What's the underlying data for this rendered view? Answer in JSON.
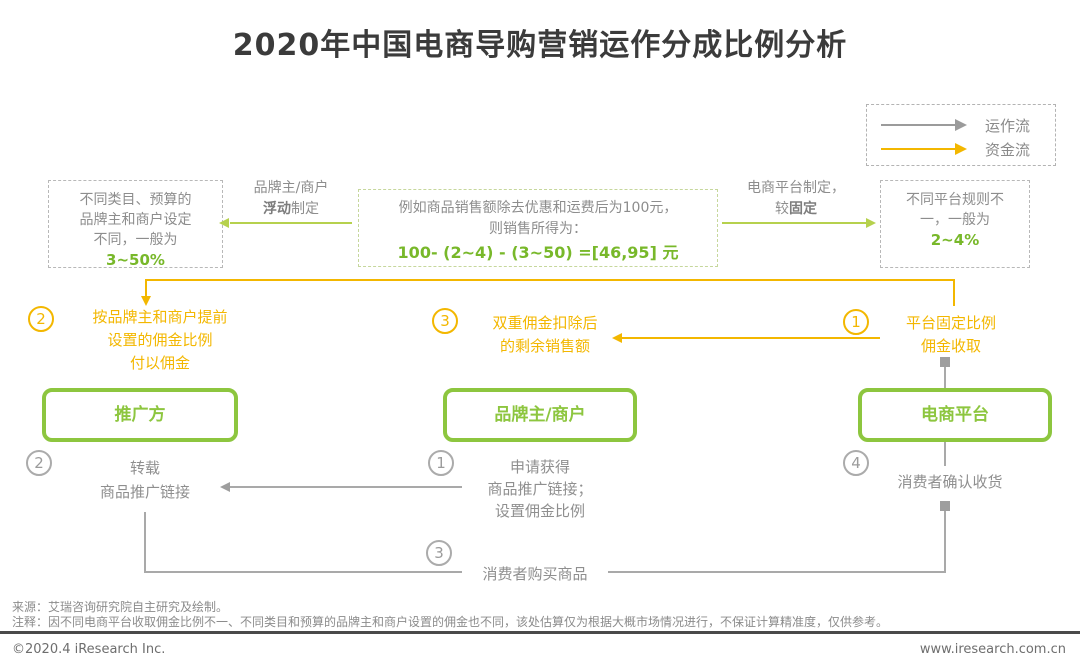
{
  "title": "2020年中国电商导购营销运作分成比例分析",
  "colors": {
    "green": "#8dc63f",
    "light_green": "#b6d14d",
    "yellow": "#f3b700",
    "gray": "#9b9b9b"
  },
  "legend": {
    "operation_flow": "运作流",
    "capital_flow": "资金流"
  },
  "top_row": {
    "left_box": {
      "lines": [
        "不同类目、预算的",
        "品牌主和商户设定",
        "不同，一般为"
      ],
      "highlight": "3~50%"
    },
    "left_connector": {
      "line1": "品牌主/商户",
      "bold": "浮动",
      "rest": "制定"
    },
    "center_box": {
      "line1": "例如商品销售额除去优惠和运费后为100元，",
      "line2": "则销售所得为：",
      "formula": "100- (2~4) - (3~50) =[46,95] 元"
    },
    "right_connector": {
      "line1": "电商平台制定，",
      "pre": "较",
      "bold": "固定"
    },
    "right_box": {
      "lines": [
        "不同平台规则不",
        "一，一般为"
      ],
      "highlight": "2~4%"
    }
  },
  "capital_steps": {
    "pay_commission": {
      "num": "2",
      "lines": [
        "按品牌主和商户提前",
        "设置的佣金比例",
        "付以佣金"
      ]
    },
    "remaining_sales": {
      "num": "3",
      "lines": [
        "双重佣金扣除后",
        "的剩余销售额"
      ]
    },
    "platform_commission": {
      "num": "1",
      "lines": [
        "平台固定比例",
        "佣金收取"
      ]
    }
  },
  "entities": {
    "promoter": "推广方",
    "brand_merchant": "品牌主/商户",
    "platform": "电商平台"
  },
  "operation_steps": {
    "repost": {
      "num": "2",
      "lines": [
        "转载",
        "商品推广链接"
      ]
    },
    "apply": {
      "num": "1",
      "lines": [
        "申请获得",
        "商品推广链接；",
        "设置佣金比例"
      ]
    },
    "confirm": {
      "num": "4",
      "text": "消费者确认收货"
    },
    "purchase": {
      "num": "3",
      "text": "消费者购买商品"
    }
  },
  "notes": {
    "source": "来源：艾瑞咨询研究院自主研究及绘制。",
    "remark": "注释：因不同电商平台收取佣金比例不一、不同类目和预算的品牌主和商户设置的佣金也不同，该处估算仅为根据大概市场情况进行，不保证计算精准度，仅供参考。"
  },
  "footer": {
    "copyright": "©2020.4 iResearch Inc.",
    "website": "www.iresearch.com.cn"
  }
}
